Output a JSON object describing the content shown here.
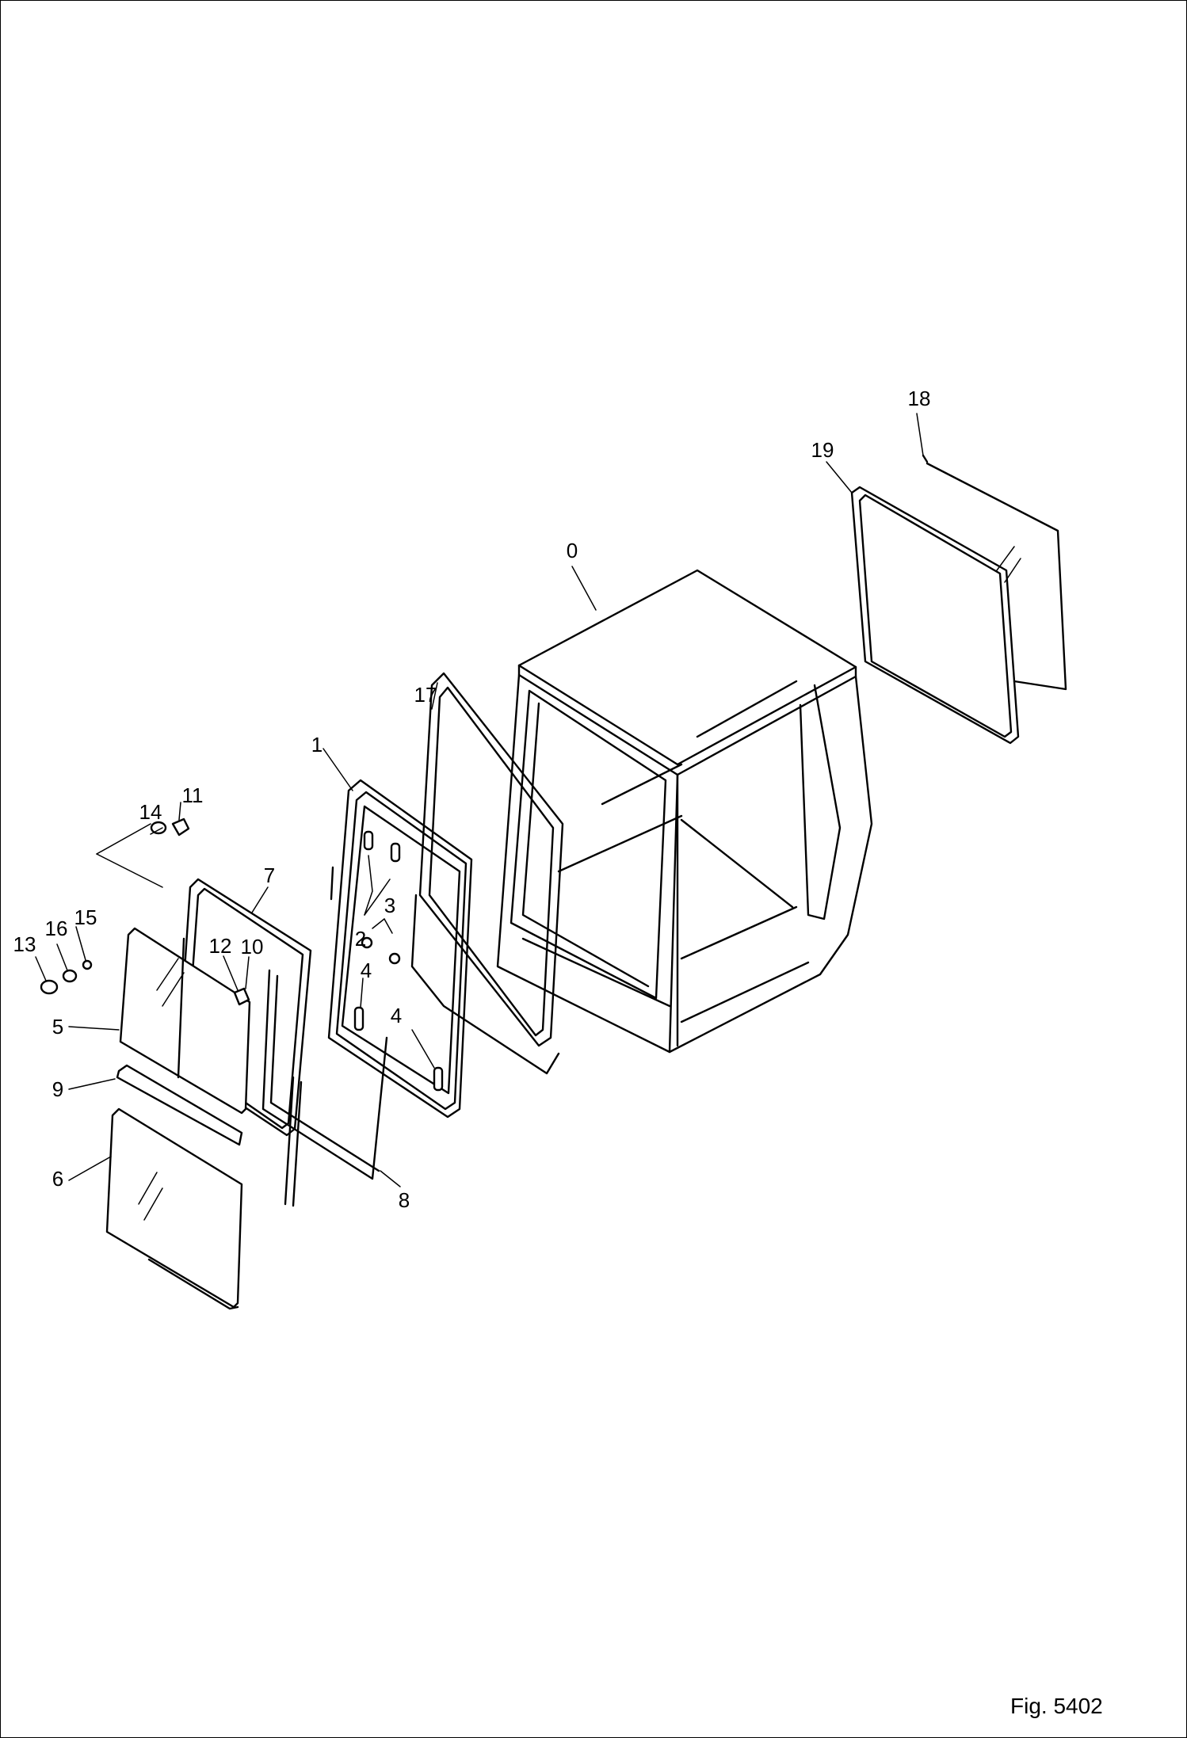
{
  "figure": {
    "caption": "Fig. 5402"
  },
  "callouts": [
    "0",
    "1",
    "2",
    "3",
    "4",
    "4",
    "5",
    "6",
    "7",
    "8",
    "9",
    "10",
    "11",
    "12",
    "13",
    "14",
    "15",
    "16",
    "17",
    "18",
    "19"
  ]
}
